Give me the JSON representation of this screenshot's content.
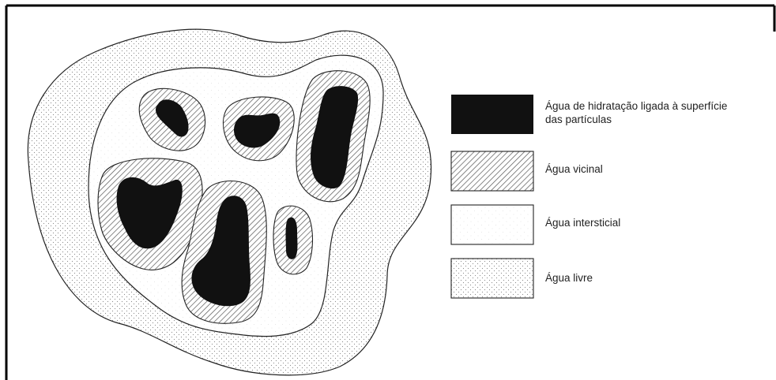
{
  "legend": [
    {
      "label_line1": "Água de hidratação ligada à superfície",
      "label_line2": "das partículas",
      "pattern": "solid"
    },
    {
      "label_line1": "Água vicinal",
      "label_line2": "",
      "pattern": "hatch"
    },
    {
      "label_line1": "Água intersticial",
      "label_line2": "",
      "pattern": "fine-dots"
    },
    {
      "label_line1": "Água livre",
      "label_line2": "",
      "pattern": "dots"
    }
  ],
  "colors": {
    "particle": "#111111",
    "outline": "#222222",
    "hatch": "#555555",
    "dots": "#8a8a8a",
    "background": "#ffffff",
    "frame": "#000000"
  }
}
